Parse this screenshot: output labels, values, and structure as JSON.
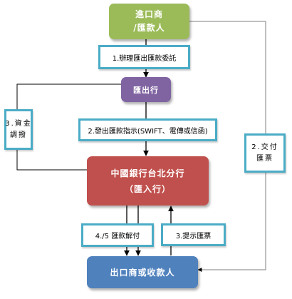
{
  "nodes": {
    "importer": {
      "line1": "進口商",
      "line2": "/匯款人",
      "color": "#9bbb59"
    },
    "remitting_bank": {
      "label": "匯出行",
      "color": "#8064a2"
    },
    "receiving_bank": {
      "line1": "中國銀行台北分行",
      "line2": "（匯入行）",
      "color": "#c0504d"
    },
    "exporter": {
      "label": "出口商或收款人",
      "color": "#4f81bd"
    }
  },
  "steps": {
    "step1": "1.辦理匯出匯款委託",
    "step2": "2.發出匯款指示(SWIFT、電傳或信函)",
    "step3_fund_line1": "3.資金",
    "step3_fund_line2": "調撥",
    "step2_deliver_line1": "2.交付",
    "step2_deliver_line2": "匯票",
    "step45": "4./5 匯款解付",
    "step3_present": "3.提示匯票"
  },
  "colors": {
    "label_border": "#4bacc6",
    "connector": "#000000",
    "connector_gray": "#7f7f7f"
  }
}
